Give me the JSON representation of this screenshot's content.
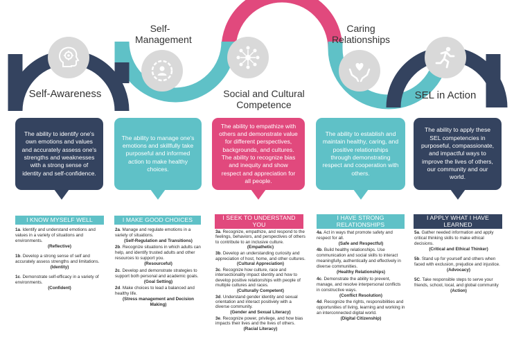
{
  "columns": [
    {
      "title": "Self-Awareness",
      "icon": "head-gear-icon",
      "description": "The ability to identify one's own emotions and values and accurately assess one's strengths and weaknesses with a strong sense of identity and self-confidence.",
      "header": "I KNOW MYSELF WELL",
      "items": [
        {
          "code": "1a",
          "text": ". Identify and understand emotions and values in a variety of situations and environments.",
          "tag": "(Reflective)"
        },
        {
          "code": "1b",
          "text": ". Develop a strong sense of self and accurately assess strengths and limitations.",
          "tag": "(Identity)"
        },
        {
          "code": "1c",
          "text": ". Demonstrate self-efficacy in a variety of environments.",
          "tag": "(Confident)"
        }
      ]
    },
    {
      "title": "Self-Management",
      "icon": "person-gear-icon",
      "description": "The ability to manage one's emotions and skillfully take purposeful and informed action to make healthy choices.",
      "header": "I MAKE GOOD CHOICES",
      "items": [
        {
          "code": "2a",
          "text": ". Manage and regulate emotions in a variety of situations.",
          "tag": "(Self-Regulation and Transitions)"
        },
        {
          "code": "2b",
          "text": ". Recognize situations in which adults can help, and identify trusted adults and other resources to support you.",
          "tag": "(Resourceful)"
        },
        {
          "code": "2c",
          "text": ". Develop and demonstrate strategies to support both personal and academic goals.",
          "tag": "(Goal Setting)"
        },
        {
          "code": "2d",
          "text": ". Make choices to lead a balanced and healthy life.",
          "tag": "(Stress management and Decision Making)"
        }
      ]
    },
    {
      "title": "Social and Cultural Competence",
      "icon": "network-people-icon",
      "description": "The ability to empathize with others and demonstrate value for different perspectives, backgrounds, and cultures. The ability to recognize bias and inequity and show respect and appreciation for all people.",
      "header": "I SEEK TO UNDERSTAND YOU",
      "items": [
        {
          "code": "3a",
          "text": ". Recognize, empathize, and respond to the feelings, behaviors, and perspectives of others to contribute to an inclusive culture.",
          "tag": "(Empathetic)"
        },
        {
          "code": "3b",
          "text": ". Develop an understanding curiosity and appreciation of host, home, and other cultures.",
          "tag": "(Cultural Appreciation)"
        },
        {
          "code": "3c",
          "text": ". Recognize how culture, race and intersectionality impact identity and how to develop positive relationships with people of multiple cultures and races.",
          "tag": "(Culturally Competent)"
        },
        {
          "code": "3d",
          "text": ". Understand gender identity and sexual orientation and interact positively with a diverse community.",
          "tag": "(Gender and Sexual Literacy)"
        },
        {
          "code": "3e",
          "text": ". Recognize power, privilege, and how bias impacts their lives and the lives of others.",
          "tag": "(Racial Literacy)"
        }
      ]
    },
    {
      "title": "Caring Relationships",
      "icon": "hands-heart-icon",
      "description": "The ability to establish and maintain healthy, caring, and positive relationships through demonstrating respect and cooperation with others.",
      "header": "I HAVE STRONG RELATIONSHIPS",
      "items": [
        {
          "code": "4a",
          "text": ". Act in ways that promote safety and respect for all.",
          "tag": "(Safe and Respectful)"
        },
        {
          "code": "4b",
          "text": ". Build healthy relationships. Use communication and social skills to interact meaningfully, authentically and effectively in diverse communities.",
          "tag": "(Healthy Relationships)"
        },
        {
          "code": "4c",
          "text": ". Demonstrate the ability to prevent, manage, and resolve interpersonal conflicts in constructive ways.",
          "tag": "(Conflict Resolution)"
        },
        {
          "code": "4d",
          "text": ". Recognize the rights, responsibilities and opportunities of living, learning and working in an interconnected digital world.",
          "tag": "(Digital Citizenship)"
        }
      ]
    },
    {
      "title": "SEL in Action",
      "icon": "runner-icon",
      "description": "The ability to apply these SEL competencies in purposeful, compassionate, and impactful ways to improve the lives of others, our community and our world.",
      "header": "I APPLY WHAT I HAVE LEARNED",
      "items": [
        {
          "code": "5a",
          "text": ". Gather needed information and apply critical thinking skills to make ethical decisions.",
          "tag": "(Critical and Ethical Thinker)"
        },
        {
          "code": "5b",
          "text": ". Stand up for yourself and others when faced with exclusion, prejudice and injustice.",
          "tag": "(Advocacy)"
        },
        {
          "code": "5C",
          "text": ". Take responsible steps to serve your friends, school, local, and global community",
          "tag": "(Action)"
        }
      ]
    }
  ],
  "colors": {
    "navy": "#34435f",
    "teal": "#5fc1c7",
    "pink": "#e1497d",
    "icon_bg": "#d9d9d9"
  }
}
